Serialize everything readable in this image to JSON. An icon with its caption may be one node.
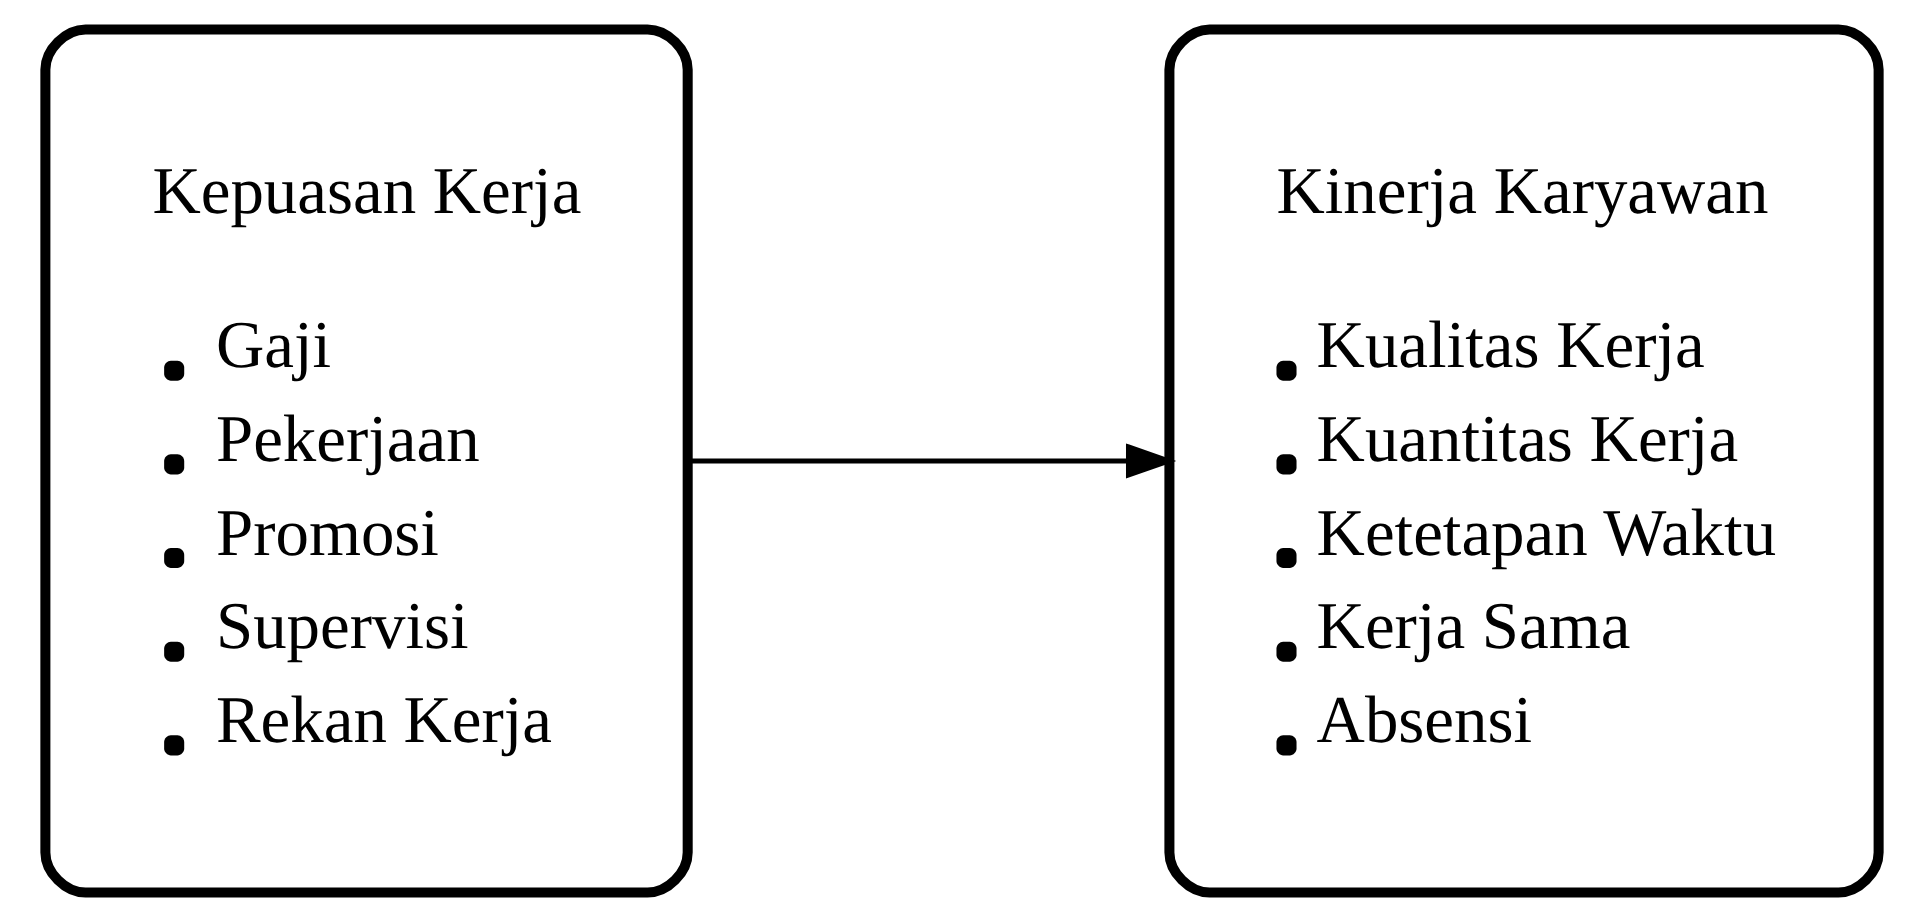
{
  "diagram": {
    "nodes": [
      {
        "text": [
          "Kepuasan Kerja",
          "Gaji",
          "Pekerjaan",
          "Promosi",
          "Supervisi",
          "Rekan Kerja"
        ]
      },
      {
        "text": [
          "Kinerja Karyawan",
          "Kualitas Kerja",
          "Kuantitas Kerja",
          "Ketetapan Waktu",
          "Kerja Sama",
          "Absensi"
        ]
      }
    ],
    "edges": [
      {
        "from": 0,
        "to": 1,
        "arrow": "to"
      }
    ]
  }
}
